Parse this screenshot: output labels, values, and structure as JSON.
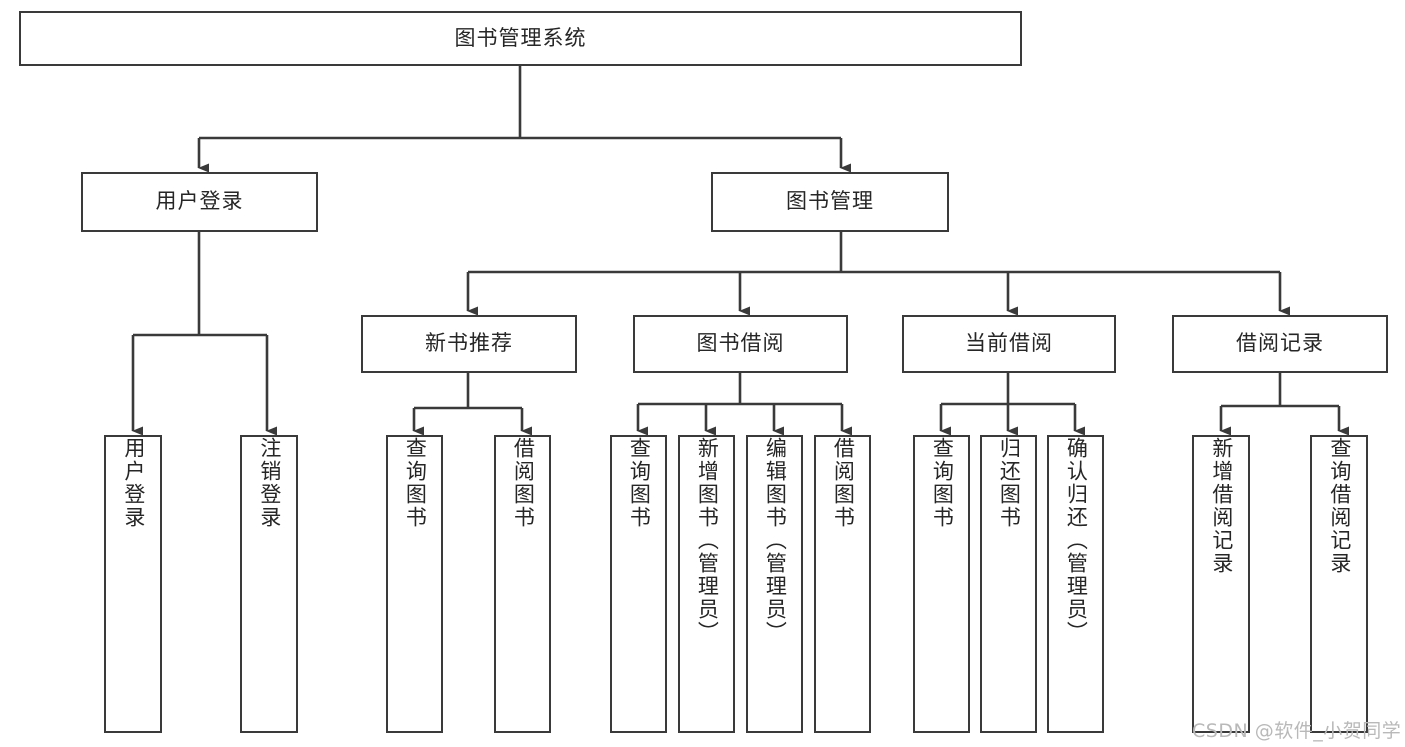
{
  "diagram": {
    "type": "hierarchy-tree",
    "title_node": {
      "label": "图书管理系统"
    },
    "level1": [
      {
        "id": "user-login",
        "label": "用户登录"
      },
      {
        "id": "book-manage",
        "label": "图书管理"
      }
    ],
    "level2": [
      {
        "id": "new-book-recommend",
        "label": "新书推荐",
        "parent": "book-manage"
      },
      {
        "id": "book-borrow",
        "label": "图书借阅",
        "parent": "book-manage"
      },
      {
        "id": "current-borrow",
        "label": "当前借阅",
        "parent": "book-manage"
      },
      {
        "id": "borrow-record",
        "label": "借阅记录",
        "parent": "book-manage"
      }
    ],
    "leaves": [
      {
        "id": "leaf-user-login",
        "label": "用户登录",
        "parent": "user-login"
      },
      {
        "id": "leaf-logout-login",
        "label": "注销登录",
        "parent": "user-login"
      },
      {
        "id": "leaf-query-book-1",
        "label": "查询图书",
        "parent": "new-book-recommend"
      },
      {
        "id": "leaf-borrow-book-1",
        "label": "借阅图书",
        "parent": "new-book-recommend"
      },
      {
        "id": "leaf-query-book-2",
        "label": "查询图书",
        "parent": "book-borrow"
      },
      {
        "id": "leaf-add-book",
        "label": "新增图书（管理员）",
        "parent": "book-borrow"
      },
      {
        "id": "leaf-edit-book",
        "label": "编辑图书（管理员）",
        "parent": "book-borrow"
      },
      {
        "id": "leaf-borrow-book-2",
        "label": "借阅图书",
        "parent": "book-borrow"
      },
      {
        "id": "leaf-query-book-3",
        "label": "查询图书",
        "parent": "current-borrow"
      },
      {
        "id": "leaf-return-book",
        "label": "归还图书",
        "parent": "current-borrow"
      },
      {
        "id": "leaf-confirm-return",
        "label": "确认归还（管理员）",
        "parent": "current-borrow"
      },
      {
        "id": "leaf-add-record",
        "label": "新增借阅记录",
        "parent": "borrow-record"
      },
      {
        "id": "leaf-query-record",
        "label": "查询借阅记录",
        "parent": "borrow-record"
      }
    ],
    "colors": {
      "border": "#3a3a3a",
      "text": "#262626",
      "background": "#ffffff",
      "edge": "#3a3a3a",
      "watermark": "#b9b9b9"
    }
  },
  "watermark": {
    "text": "CSDN @软件_小贺同学"
  }
}
